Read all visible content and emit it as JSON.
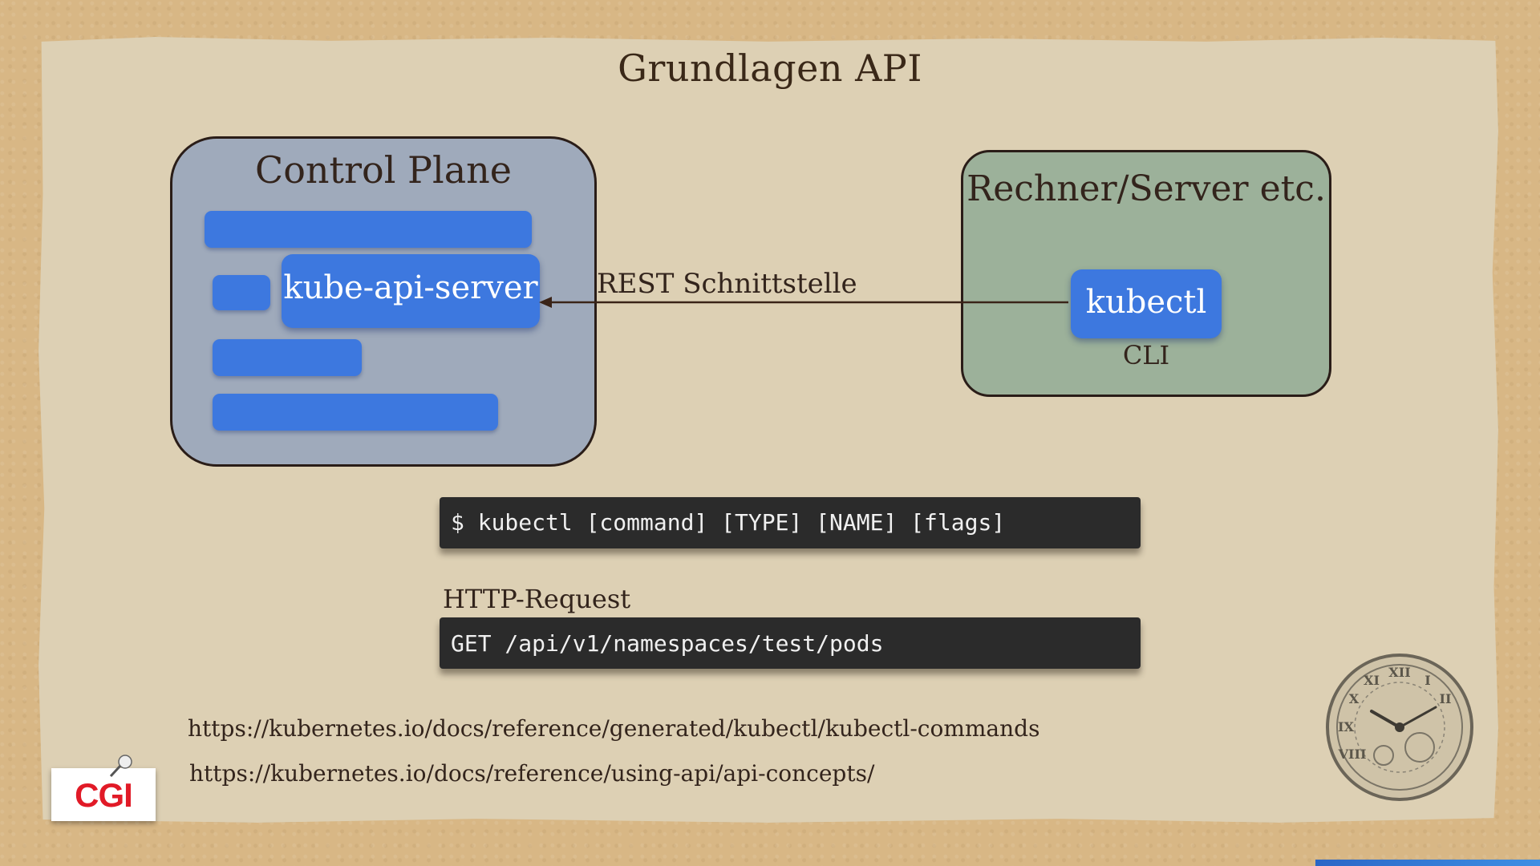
{
  "slide": {
    "title": "Grundlagen API"
  },
  "control_plane": {
    "title": "Control Plane",
    "component": "kube-api-server"
  },
  "client": {
    "title": "Rechner/Server etc.",
    "tool": "kubectl",
    "tool_caption": "CLI"
  },
  "connection": {
    "label": "REST Schnittstelle"
  },
  "commands": {
    "kubectl_syntax": "$ kubectl [command] [TYPE] [NAME] [flags]",
    "http_label": "HTTP-Request",
    "http_request": "GET /api/v1/namespaces/test/pods"
  },
  "links": [
    "https://kubernetes.io/docs/reference/generated/kubectl/kubectl-commands",
    "https://kubernetes.io/docs/reference/using-api/api-concepts/"
  ],
  "logo": {
    "text": "CGI",
    "color": "#e11a27"
  },
  "colors": {
    "component_blue": "#3d78df",
    "control_plane_fill": "#9faabb",
    "client_fill": "#9cb19a",
    "paper": "#ddd0b4"
  },
  "icons": [
    "pushpin-icon",
    "clock-icon"
  ]
}
